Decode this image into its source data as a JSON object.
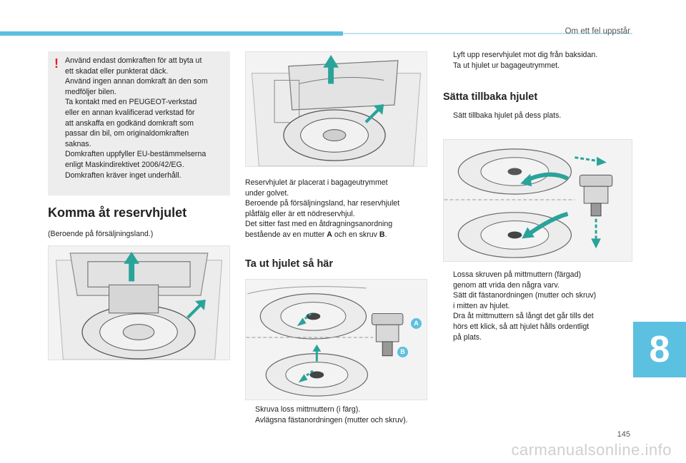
{
  "header": {
    "section": "Om ett fel uppstår"
  },
  "warning": {
    "mark": "!",
    "lines": [
      "Använd endast domkraften för att byta ut",
      "ett skadat eller punkterat däck.",
      "Använd ingen annan domkraft än den som",
      "medföljer bilen.",
      "Ta kontakt med en PEUGEOT-verkstad",
      "eller en annan kvalificerad verkstad för",
      "att anskaffa en godkänd domkraft som",
      "passar din bil, om originaldomkraften",
      "saknas.",
      "Domkraften uppfyller EU-bestämmelserna",
      "enligt Maskindirektivet 2006/42/EG.",
      "Domkraften kräver inget underhåll."
    ]
  },
  "komma": {
    "title": "Komma åt reservhjulet",
    "subtitle": "(Beroende på försäljningsland.)"
  },
  "spare": {
    "lines": [
      "Reservhjulet är placerat i bagageutrymmet",
      "under golvet.",
      "Beroende på försäljningsland, har reservhjulet",
      "plåtfälg eller är ett nödreservhjul.",
      "Det sitter fast med en åtdragningsanordning"
    ],
    "last_prefix": "bestående av en mutter ",
    "a": "A",
    "mid": " och en skruv ",
    "b": "B",
    "end": "."
  },
  "remove": {
    "title": "Ta ut hjulet så här",
    "label_a": "A",
    "label_b": "B",
    "bullets": [
      "Skruva loss mittmuttern (i färg).",
      "Avlägsna fästanordningen (mutter och skruv)."
    ]
  },
  "lift": {
    "bullets": [
      "Lyft upp reservhjulet mot dig från baksidan.",
      "Ta ut hjulet ur bagageutrymmet."
    ]
  },
  "refit": {
    "title": "Sätta tillbaka hjulet",
    "bullets": [
      "Sätt tillbaka hjulet på dess plats."
    ],
    "steps": [
      {
        "l1": "Lossa skruven på mittmuttern (färgad)",
        "l2": "genom att vrida den några varv."
      },
      {
        "l1": "Sätt dit fästanordningen (mutter och skruv)",
        "l2": "i mitten av hjulet."
      },
      {
        "l1": "Dra åt mittmuttern så långt det går tills det",
        "l2": "hörs ett klick, så att hjulet hålls ordentligt",
        "l3": "på plats."
      }
    ]
  },
  "bullet_mark": "",
  "colors": {
    "accent": "#5cc0e0",
    "warning": "#e0202a",
    "teal": "#2aa39a"
  },
  "chapter": "8",
  "page_number": "145",
  "watermark": "carmanualsonline.info"
}
